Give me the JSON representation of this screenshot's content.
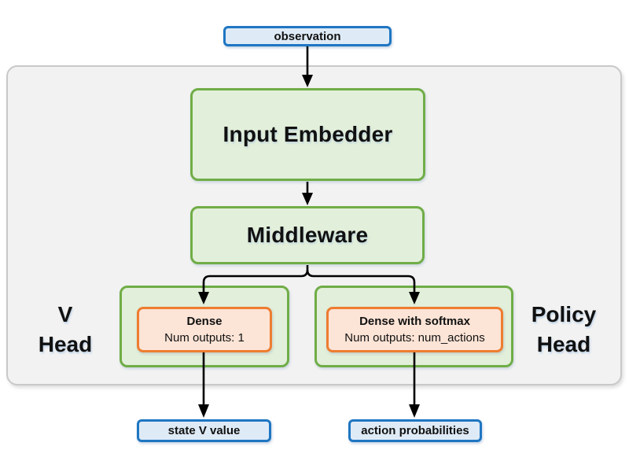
{
  "nodes": {
    "observation": {
      "label": "observation"
    },
    "input_embedder": {
      "label": "Input Embedder"
    },
    "middleware": {
      "label": "Middleware"
    },
    "v_head_label": {
      "line1": "V",
      "line2": "Head"
    },
    "policy_head_label": {
      "line1": "Policy",
      "line2": "Head"
    },
    "dense": {
      "title": "Dense",
      "subtitle": "Num outputs: 1"
    },
    "dense_softmax": {
      "title": "Dense with softmax",
      "subtitle": "Num outputs: num_actions"
    },
    "state_v_value": {
      "label": "state V value"
    },
    "action_probabilities": {
      "label": "action probabilities"
    }
  },
  "colors": {
    "green_border": "#70AD47",
    "green_fill": "#E2EFDA",
    "orange_border": "#ED7D31",
    "orange_fill": "#FCE4D6",
    "blue_border": "#1F76C2",
    "blue_fill": "#DEEBF7",
    "container_border": "#C9C9C9",
    "container_fill": "#F2F2F2",
    "arrow": "#000000"
  }
}
